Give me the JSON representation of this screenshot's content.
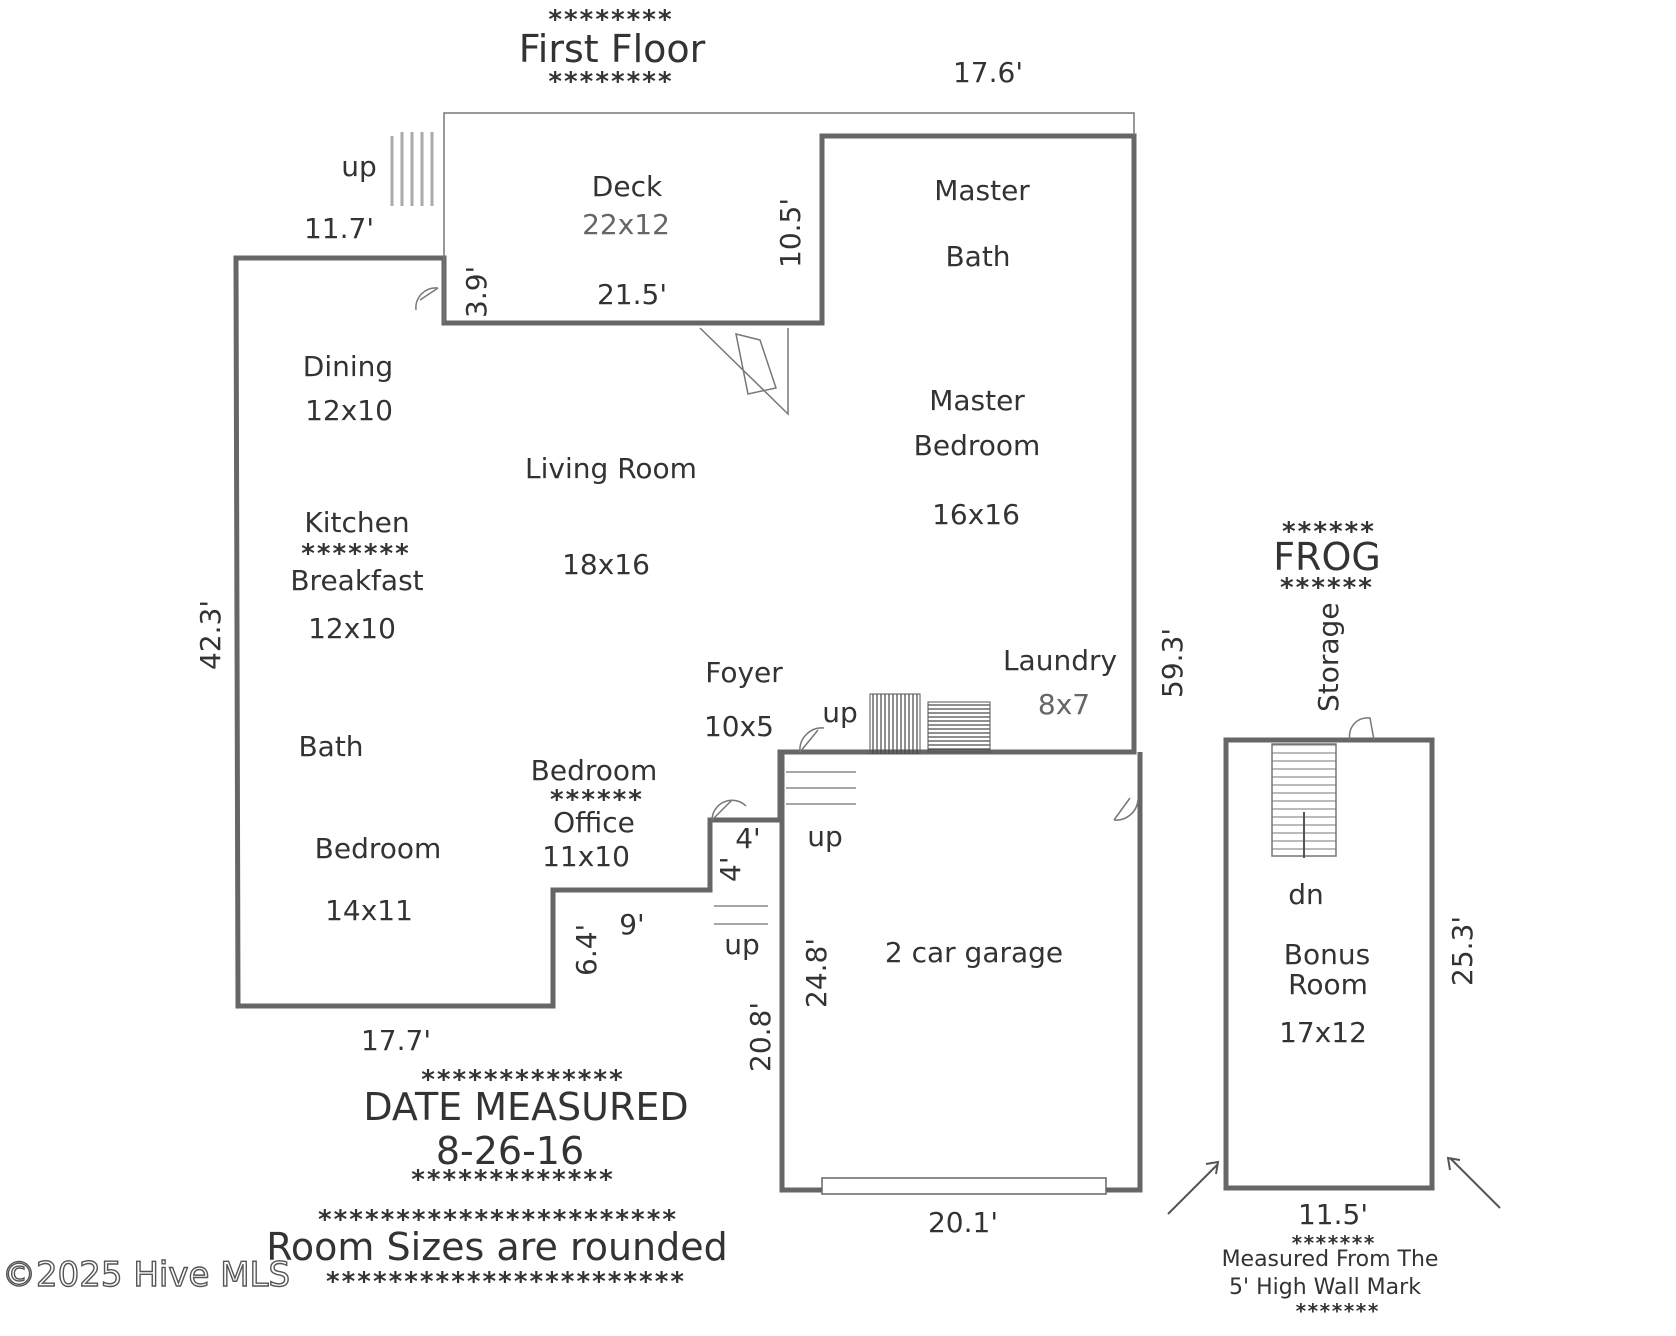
{
  "first_floor": {
    "heading_stars_top": "********",
    "heading": "First Floor",
    "heading_stars_bottom": "********"
  },
  "rooms": {
    "deck": {
      "name": "Deck",
      "size": "22x12"
    },
    "master_bath": {
      "line1": "Master",
      "line2": "Bath"
    },
    "dining": {
      "name": "Dining",
      "size": "12x10"
    },
    "living": {
      "name": "Living Room",
      "size": "18x16"
    },
    "master_bedroom": {
      "line1": "Master",
      "line2": "Bedroom",
      "size": "16x16"
    },
    "kitchen": {
      "name": "Kitchen",
      "stars": "*******",
      "name2": "Breakfast",
      "size": "12x10"
    },
    "foyer": {
      "name": "Foyer",
      "size": "10x5"
    },
    "laundry": {
      "name": "Laundry",
      "size": "8x7"
    },
    "bath": {
      "name": "Bath"
    },
    "bedroom": {
      "name": "Bedroom",
      "size": "14x11"
    },
    "office": {
      "name": "Bedroom",
      "stars": "******",
      "name2": "Office",
      "size": "11x10"
    },
    "garage": {
      "name": "2 car garage"
    },
    "bonus": {
      "line1": "Bonus",
      "line2": "Room",
      "size": "17x12"
    },
    "storage": {
      "name": "Storage"
    }
  },
  "dimensions": {
    "top": "17.6'",
    "left_top": "11.7'",
    "deck_height": "10.5'",
    "deck_step": "3.9'",
    "deck_width": "21.5'",
    "left_side": "42.3'",
    "right_side": "59.3'",
    "step_h": "4'",
    "step_v": "4'",
    "jog_width": "9'",
    "jog_height": "6.4'",
    "bottom_left": "17.7'",
    "garage_inner": "24.8'",
    "garage_left": "20.8'",
    "garage_bottom": "20.1'",
    "bonus_height": "25.3'",
    "bonus_width": "11.5'"
  },
  "stairs": {
    "up_deck": "up",
    "up_foyer": "up",
    "up_garage": "up",
    "up_entry": "up",
    "down_bonus": "dn"
  },
  "frog": {
    "stars_top": "******",
    "title": "FROG",
    "stars_bottom": "******",
    "note_stars_top": "*******",
    "note_line1": "Measured From The",
    "note_line2": "5' High Wall Mark",
    "note_stars_bottom": "*******"
  },
  "date_block": {
    "stars_top": "*************",
    "title": "DATE MEASURED",
    "date": "8-26-16",
    "stars_bottom": "*************"
  },
  "rounded_block": {
    "stars_top": "***********************",
    "text": "Room Sizes are rounded",
    "stars_bottom": "***********************"
  },
  "watermark": "©2025 Hive MLS"
}
